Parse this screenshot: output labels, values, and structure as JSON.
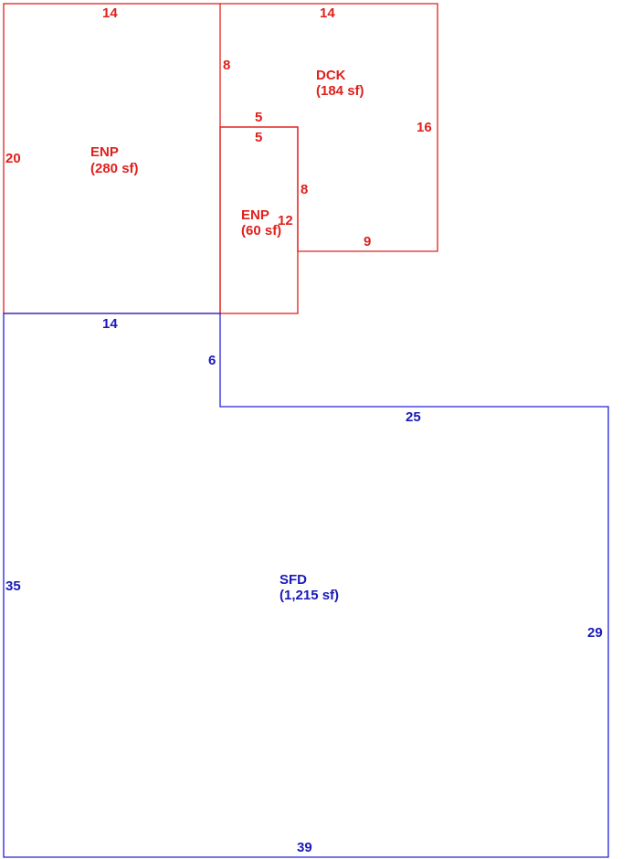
{
  "colors": {
    "addition": "#e0201c",
    "main_structure": "#1a1ab8",
    "background": "#ffffff"
  },
  "areas": {
    "enp_large": {
      "code": "ENP",
      "area": "(280 sf)"
    },
    "dck": {
      "code": "DCK",
      "area": "(184 sf)"
    },
    "enp_small": {
      "code": "ENP",
      "area": "(60 sf)"
    },
    "sfd": {
      "code": "SFD",
      "area": "(1,215 sf)"
    }
  },
  "dimensions": {
    "enp_large_top": "14",
    "enp_large_left": "20",
    "dck_top": "14",
    "dck_left_upper": "8",
    "dck_notch_top": "5",
    "dck_right": "16",
    "dck_bottom": "9",
    "enp_small_top": "5",
    "enp_small_right": "8",
    "enp_small_left": "12",
    "sfd_top_left": "14",
    "sfd_step": "6",
    "sfd_top_right": "25",
    "sfd_left": "35",
    "sfd_right": "29",
    "sfd_bottom": "39"
  }
}
